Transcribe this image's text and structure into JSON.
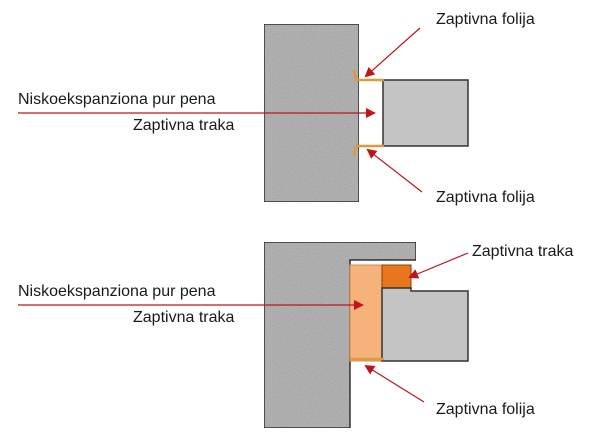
{
  "colors": {
    "arrow": "#c0141c",
    "concrete": "#b9b9b9",
    "frame": "#c4c4c4",
    "foam": "#f5b27a",
    "tape": "#e8761c",
    "foil": "#e09a3e",
    "text": "#1a1a1a"
  },
  "top_detail": {
    "foil_top_label": "Zaptivna folija",
    "foam_label": "Niskoekspanziona pur pena",
    "tape_label": "Zaptivna traka",
    "foil_bottom_label": "Zaptivna folija"
  },
  "bottom_detail": {
    "tape_top_label": "Zaptivna traka",
    "foam_label": "Niskoekspanziona pur pena",
    "tape_label": "Zaptivna traka",
    "foil_bottom_label": "Zaptivna folija"
  }
}
